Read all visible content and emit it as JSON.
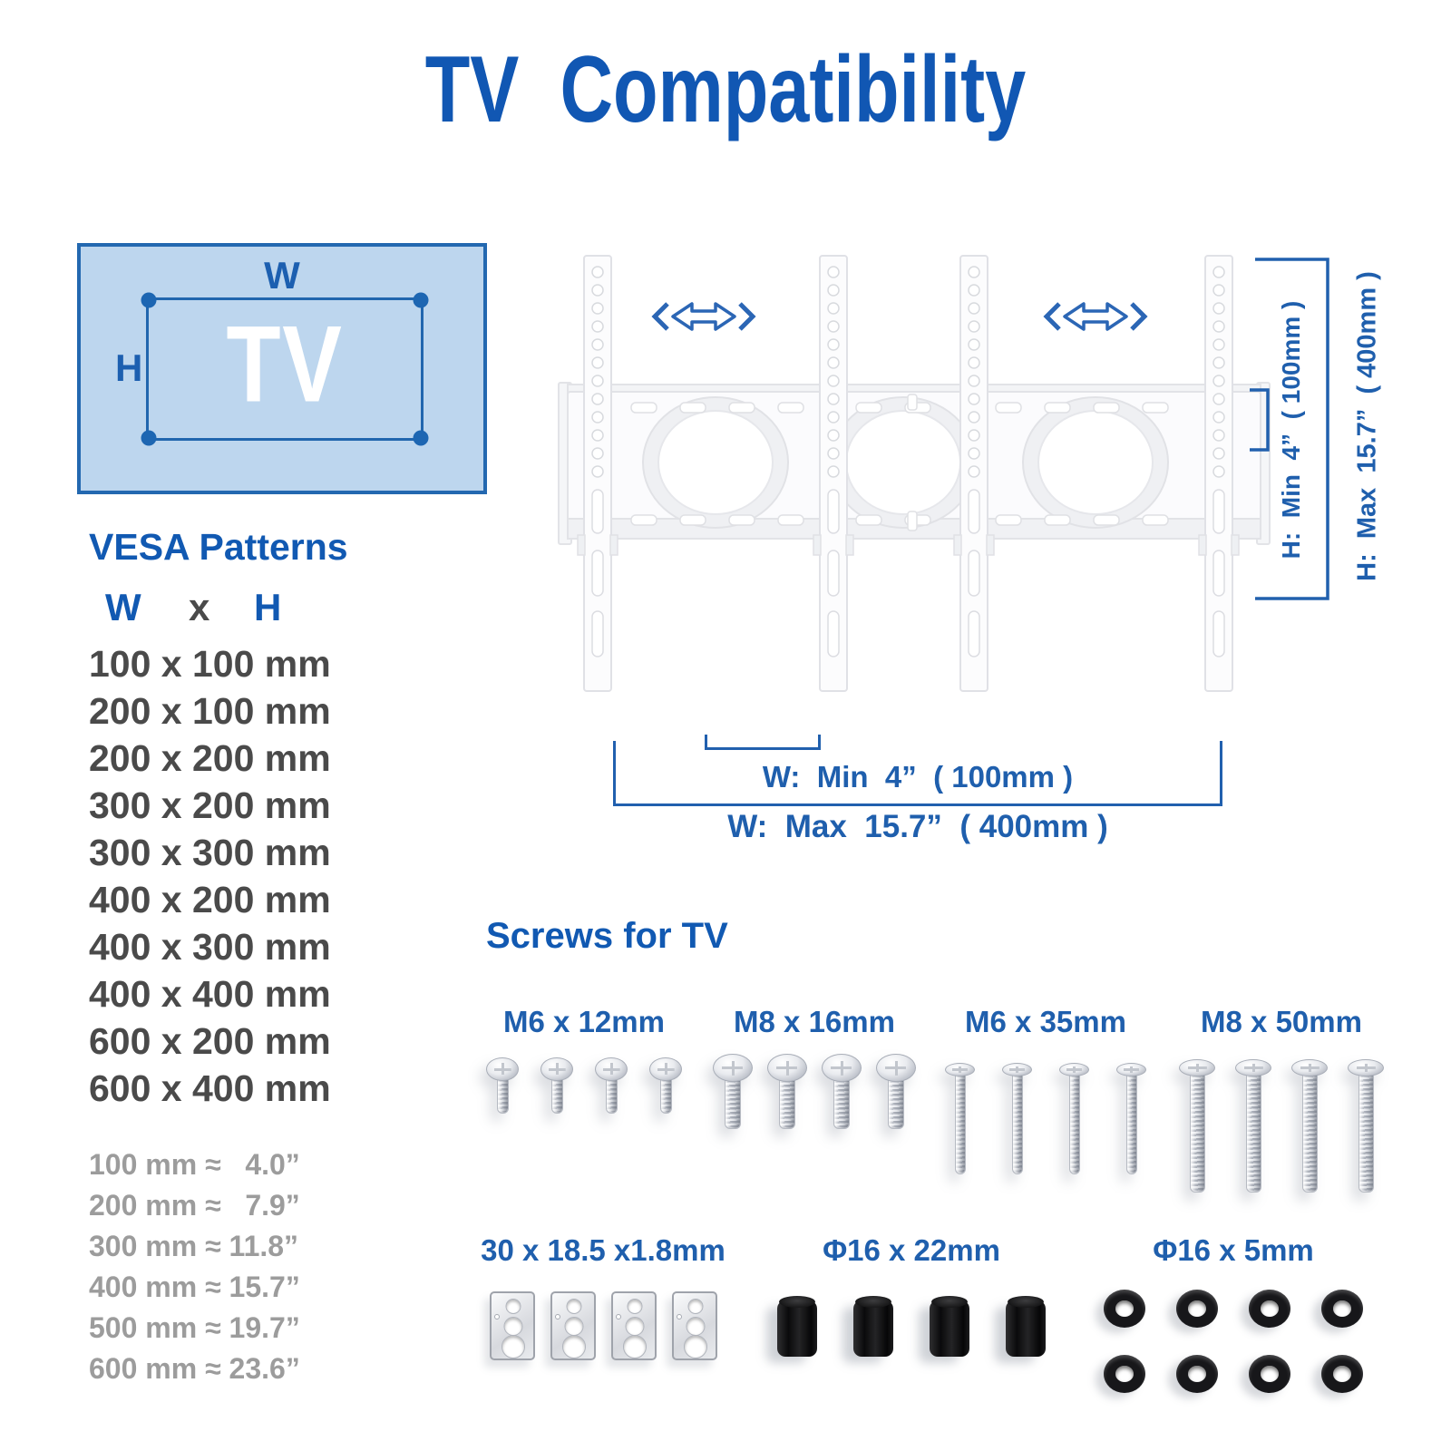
{
  "title": "TV  Compatibility",
  "tv_diagram": {
    "w": "W",
    "h": "H",
    "label": "TV"
  },
  "vesa": {
    "heading": "VESA Patterns",
    "col_w": "W",
    "col_x": "x",
    "col_h": "H",
    "patterns": [
      "100 x 100 mm",
      "200 x 100 mm",
      "200 x 200 mm",
      "300 x 200 mm",
      "300 x 300 mm",
      "400 x 200 mm",
      "400 x 300 mm",
      "400 x 400 mm",
      "600 x 200 mm",
      "600 x 400 mm"
    ],
    "conversions": [
      "100 mm ≈   4.0”",
      "200 mm ≈   7.9”",
      "300 mm ≈ 11.8”",
      "400 mm ≈ 15.7”",
      "500 mm ≈ 19.7”",
      "600 mm ≈ 23.6”"
    ]
  },
  "mount_dimensions": {
    "h_min": "H:  Min  4”  ( 100mm )",
    "h_max": "H:  Max  15.7”  ( 400mm )",
    "w_min": "W:  Min  4”  ( 100mm )",
    "w_max": "W:  Max  15.7”  ( 400mm )"
  },
  "screws": {
    "heading": "Screws for TV",
    "groups": [
      {
        "label": "M6 x 12mm",
        "count": 4
      },
      {
        "label": "M8 x 16mm",
        "count": 4
      },
      {
        "label": "M6 x 35mm",
        "count": 4
      },
      {
        "label": "M8 x 50mm",
        "count": 4
      }
    ],
    "spacers": [
      {
        "label": "30 x 18.5 x1.8mm",
        "count": 4
      },
      {
        "label": "Φ16 x 22mm",
        "count": 4
      },
      {
        "label": "Φ16 x 5mm",
        "count": 8
      }
    ]
  },
  "colors": {
    "title_blue": "#1157b3",
    "dim_blue": "#1f5fad",
    "panel_bg": "#bdd6ee",
    "panel_border": "#2368b0",
    "list_dark": "#4a4a4a",
    "list_gray": "#9c9c9c",
    "hardware_black": "#17171a",
    "hardware_silver": "#c9ccd2"
  }
}
